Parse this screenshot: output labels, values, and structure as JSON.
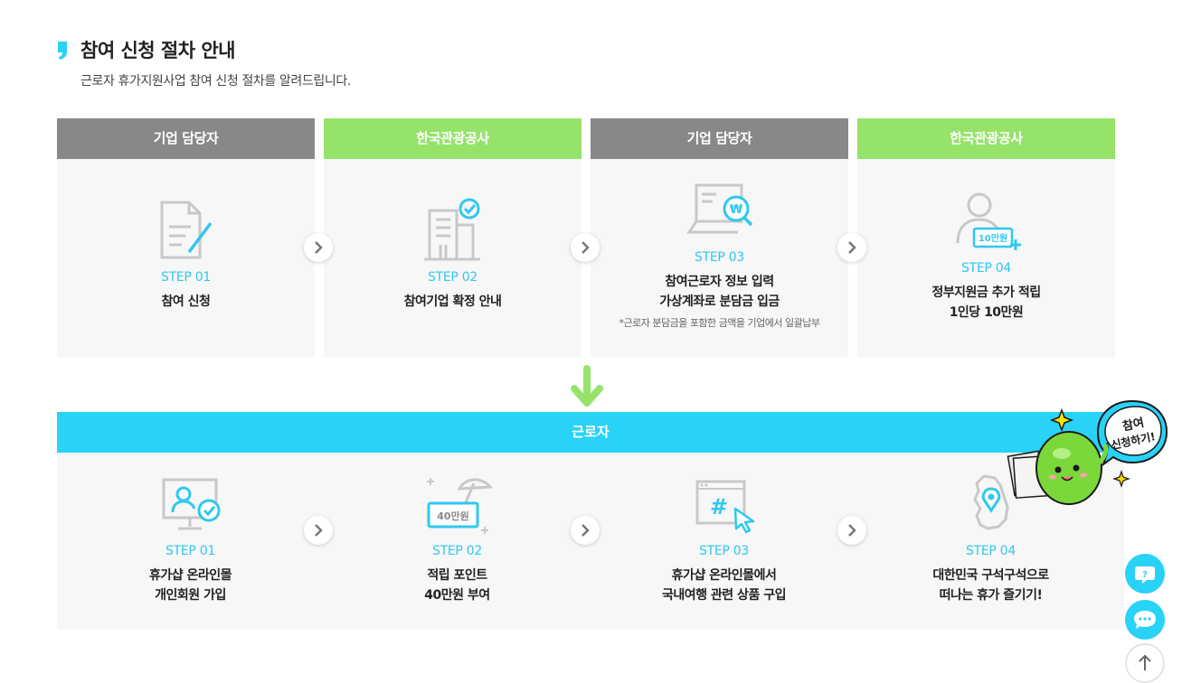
{
  "header": {
    "title": "참여 신청 절차 안내",
    "subtitle": "근로자 휴가지원사업 참여 신청 절차를 알려드립니다."
  },
  "top_steps": [
    {
      "header": "기업 담당자",
      "header_color": "#888888",
      "icon": "document-edit-icon",
      "step": "STEP 01",
      "lines": [
        "참여 신청"
      ]
    },
    {
      "header": "한국관광공사",
      "header_color": "#96e36c",
      "icon": "building-check-icon",
      "step": "STEP 02",
      "lines": [
        "참여기업 확정 안내"
      ]
    },
    {
      "header": "기업 담당자",
      "header_color": "#888888",
      "icon": "laptop-won-icon",
      "step": "STEP 03",
      "lines": [
        "참여근로자 정보 입력",
        "가상계좌로 분담금 입금"
      ],
      "note": "*근로자 분담금을 포함한 금액을 기업에서 일괄납부"
    },
    {
      "header": "한국관광공사",
      "header_color": "#96e36c",
      "icon": "user-plus-money-icon",
      "icon_text": "10만원",
      "step": "STEP 04",
      "lines": [
        "정부지원금 추가 적립",
        "1인당 10만원"
      ]
    }
  ],
  "bottom": {
    "header": "근로자",
    "header_color": "#29d2f7",
    "steps": [
      {
        "icon": "monitor-user-check-icon",
        "step": "STEP 01",
        "lines": [
          "휴가샵 온라인몰",
          "개인회원 가입"
        ]
      },
      {
        "icon": "beach-umbrella-money-icon",
        "icon_text": "40만원",
        "step": "STEP 02",
        "lines": [
          "적립 포인트",
          "40만원 부여"
        ]
      },
      {
        "icon": "shopping-bag-cursor-icon",
        "step": "STEP 03",
        "lines": [
          "휴가샵 온라인몰에서",
          "국내여행 관련 상품 구입"
        ]
      },
      {
        "icon": "korea-map-pin-icon",
        "step": "STEP 04",
        "lines": [
          "대한민국 구석구석으로",
          "떠나는 휴가 즐기기!"
        ]
      }
    ]
  },
  "mascot": {
    "bubble_text": [
      "참여",
      "신청하기!"
    ]
  },
  "colors": {
    "accent_blue": "#2fc8ef",
    "green": "#96e36c",
    "gray": "#888888"
  }
}
